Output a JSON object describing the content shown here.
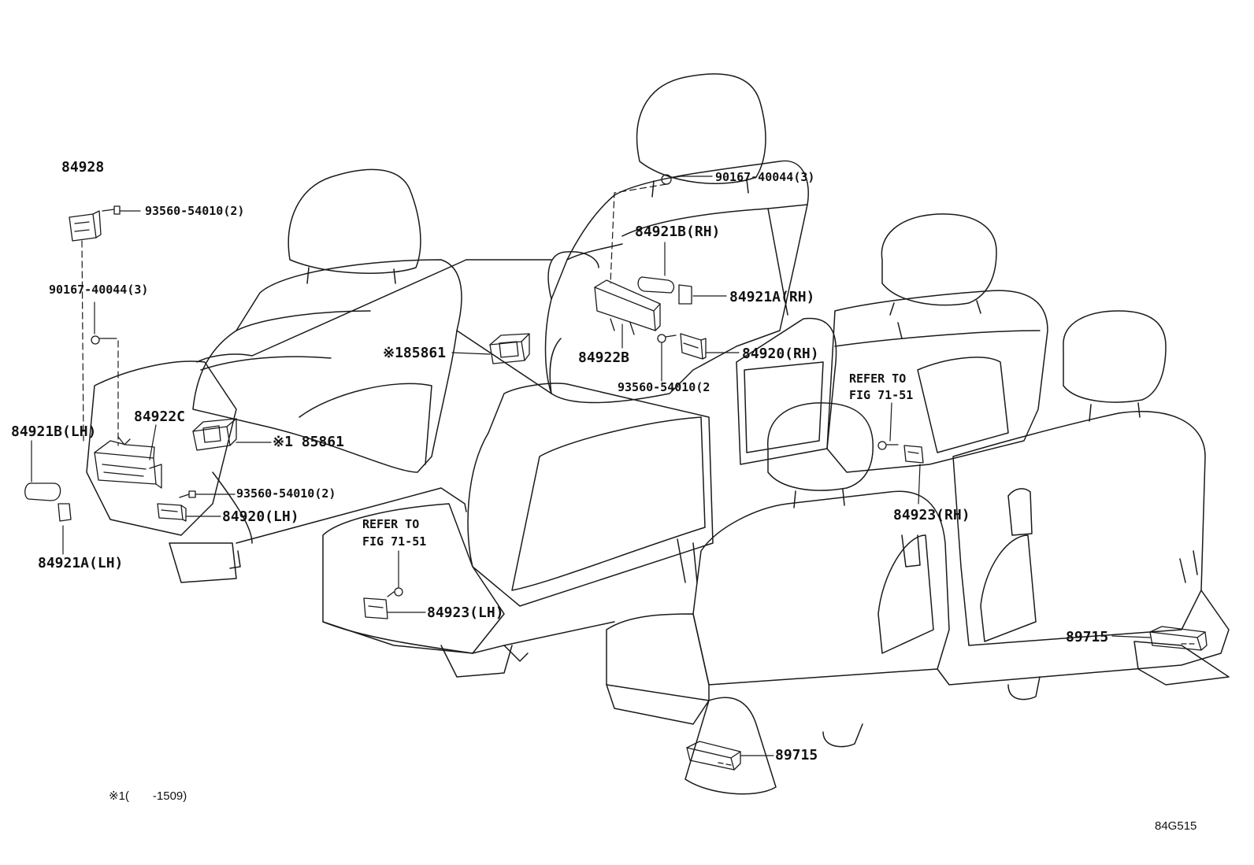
{
  "labels": {
    "p84928": "84928",
    "p93560_a": "93560-54010(2)",
    "p90167_a": "90167-40044(3)",
    "p84921B_LH": "84921B(LH)",
    "p84922C": "84922C",
    "p85861_a": "※1 85861",
    "p93560_b": "93560-54010(2)",
    "p84920_LH": "84920(LH)",
    "p84921A_LH": "84921A(LH)",
    "p90167_b": "90167-40044(3)",
    "p84921B_RH": "84921B(RH)",
    "p84921A_RH": "84921A(RH)",
    "p85861_b": "※185861",
    "p84922B": "84922B",
    "p84920_RH": "84920(RH)",
    "p93560_c": "93560-54010(2",
    "refer_1_line1": "REFER TO",
    "refer_1_line2": "FIG 71-51",
    "refer_2_line1": "REFER TO",
    "refer_2_line2": "FIG 71-51",
    "p84923_RH": "84923(RH)",
    "p84923_LH": "84923(LH)",
    "p89715_a": "89715",
    "p89715_b": "89715",
    "footnote": "※1(　　-1509)",
    "figure_code": "84G515"
  }
}
